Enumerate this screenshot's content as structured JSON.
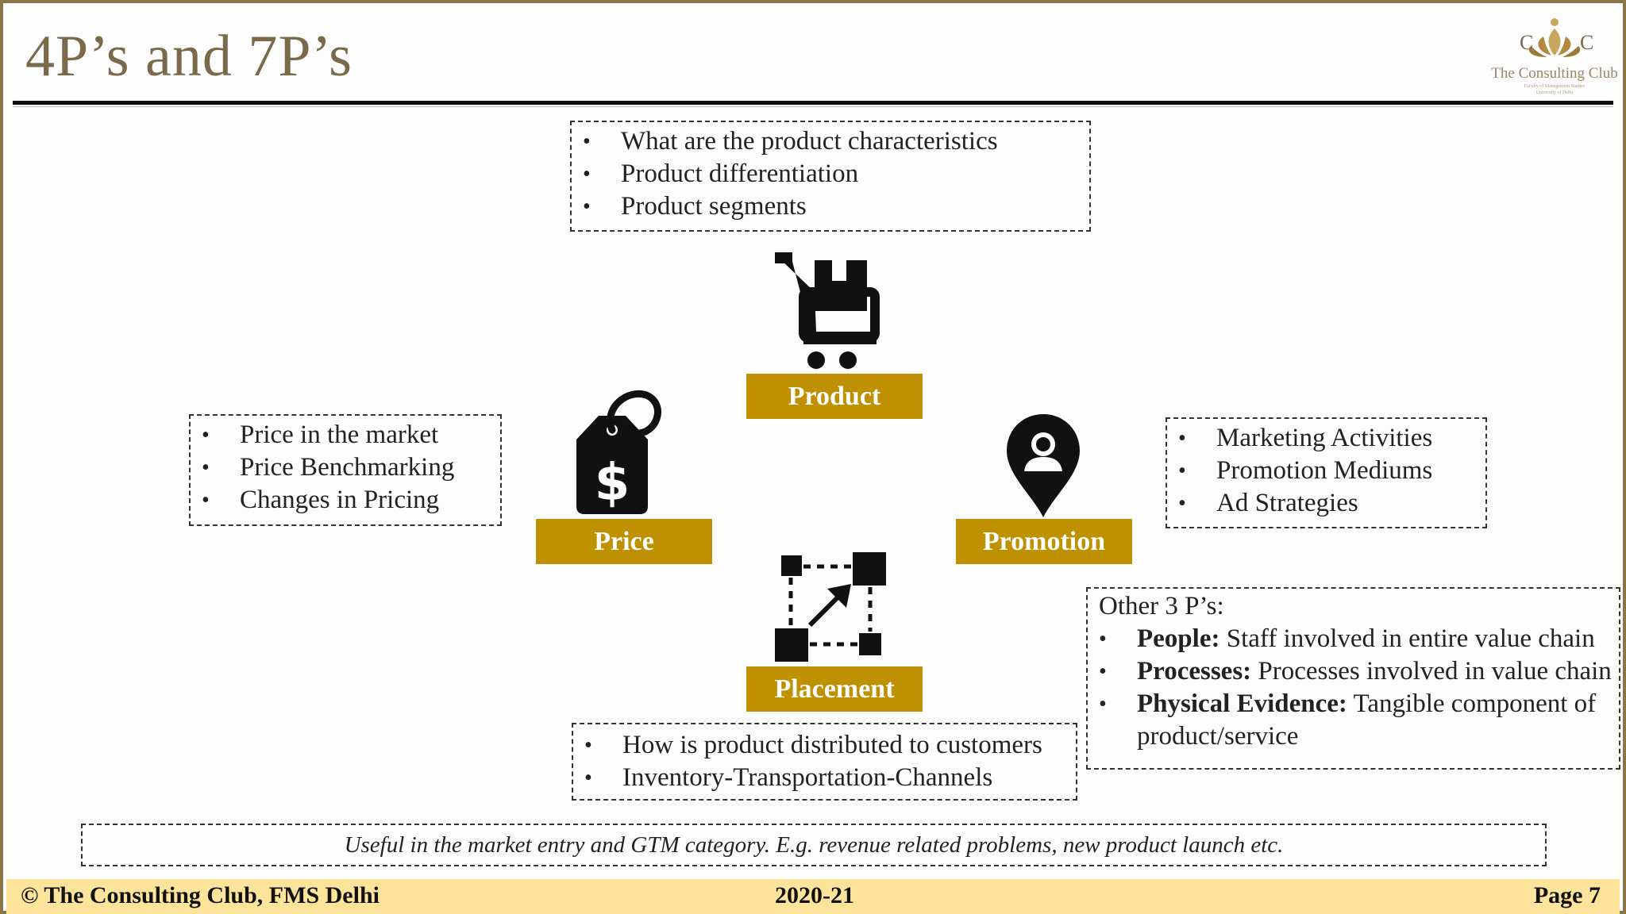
{
  "title": "4P’s and 7P’s",
  "logo": {
    "name": "The Consulting Club",
    "subline1": "Faculty of Management Studies",
    "subline2": "University of Delhi"
  },
  "product": {
    "label": "Product",
    "points": [
      "What are the product characteristics",
      "Product differentiation",
      "Product segments"
    ],
    "icon": "shopping-cart-icon"
  },
  "price": {
    "label": "Price",
    "points": [
      "Price in the market",
      "Price Benchmarking",
      "Changes in Pricing"
    ],
    "icon": "price-tag-icon"
  },
  "promotion": {
    "label": "Promotion",
    "points": [
      "Marketing Activities",
      "Promotion Mediums",
      "Ad Strategies"
    ],
    "icon": "location-pin-person-icon"
  },
  "placement": {
    "label": "Placement",
    "points": [
      "How is product distributed to customers",
      "Inventory-Transportation-Channels"
    ],
    "icon": "distribution-network-icon"
  },
  "other": {
    "title": "Other 3 P’s:",
    "items": [
      {
        "term": "People:",
        "desc": " Staff involved in entire value chain"
      },
      {
        "term": "Processes:",
        "desc": " Processes involved in value chain"
      },
      {
        "term": "Physical Evidence:",
        "desc": " Tangible component of product/service"
      }
    ]
  },
  "note": "Useful in the market entry and GTM category. E.g. revenue related problems, new product launch etc.",
  "footer": {
    "left": "© The Consulting Club, FMS Delhi",
    "center": "2020-21",
    "right": "Page 7"
  },
  "colors": {
    "accent": "#bf9000",
    "title": "#7a6a4a",
    "footer_bg": "#fde49a",
    "border": "#8a7647"
  }
}
